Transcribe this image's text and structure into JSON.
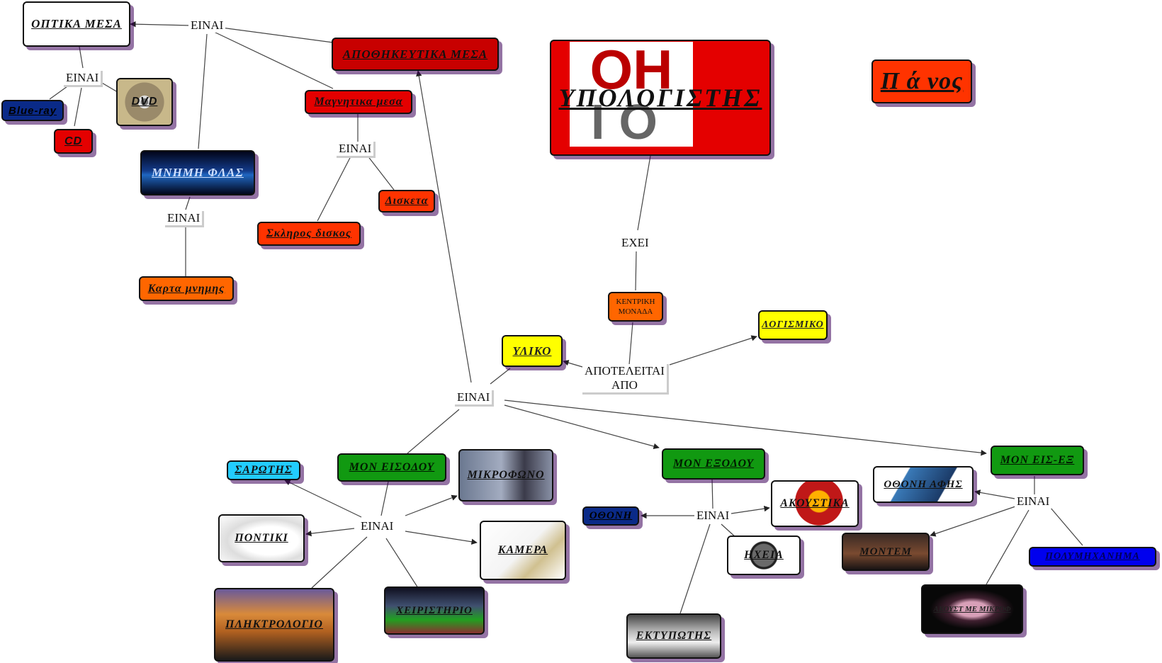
{
  "nodes": {
    "optika_mesa": "ΟΠΤΙΚΑ ΜΕΣΑ",
    "apothikeftika": "ΑΠΟΘΗΚΕΥΤΙΚΑ ΜΕΣΑ",
    "ypologistis": "ΥΠΟΛΟΓΙΣΤΗΣ",
    "panos": "Π ά νος",
    "dvd": "DVD",
    "bluray": "Blue-ray",
    "cd": "CD",
    "magnitika": "Μαγνητικα μεσα",
    "mnimi_flash": "ΜΝΗΜΗ ΦΛΑΣ",
    "disketa": "Δισκετα",
    "skliros": "Σκληρος δισκος",
    "karta": "Καρτα μνημης",
    "kentriki": "ΚΕΝΤΡΙΚΗ ΜΟΝΑΔΑ",
    "logismiko": "ΛΟΓΙΣΜΙΚΟ",
    "yliko": "ΥΛΙΚΟ",
    "mon_eisodou": "ΜΟΝ ΕΙΣΟΔΟΥ",
    "mikrofono": "ΜΙΚΡΟΦΩΝΟ",
    "saroths": "ΣΑΡΩΤΗΣ",
    "pontiki": "ΠΟΝΤΙΚΙ",
    "kamera": "ΚΑΜΕΡΑ",
    "pliktrologio": "ΠΛΗΚΤΡΟΛΟΓΙΟ",
    "xeiristirio": "ΧΕΙΡΙΣΤΗΡΙΟ",
    "mon_exodou": "ΜΟΝ ΕΞΟΔΟΥ",
    "othoni": "ΟΘΟΝΗ",
    "akoustika": "ΑΚΟΥΣΤΙΚΑ",
    "ixeia": "ΗΧΕΙΑ",
    "ektypotis": "ΕΚΤΥΠΩΤΗΣ",
    "mon_eis_ex": "ΜΟΝ ΕΙΣ-ΕΞ",
    "othoni_afis": "ΟΘΟΝΗ ΑΦΗΣ",
    "modem": "ΜΟΝΤΕΜ",
    "polymixanima": "ΠΟΛΥΜΗΧΑΝΗΜΑ",
    "akoustika_mikro": "ΑΚΟΥΣΤ ΜΕ ΜΙΚΡΟΦ"
  },
  "connectors": {
    "einai_top": "ΕΙΝΑΙ",
    "einai_optika": "ΕΙΝΑΙ",
    "einai_magn": "ΕΙΝΑΙ",
    "einai_flash": "ΕΙΝΑΙ",
    "exei": "ΕΧΕΙ",
    "apoteleitai_1": "ΑΠΟΤΕΛΕΙΤΑΙ",
    "apoteleitai_2": "ΑΠΟ",
    "einai_center": "ΕΙΝΑΙ",
    "einai_input": "ΕΙΝΑΙ",
    "einai_output": "ΕΙΝΑΙ",
    "einai_io": "ΕΙΝΑΙ"
  },
  "logo": {
    "top": "OH",
    "bottom": "IO",
    "colors": {
      "top": "#bb0000",
      "bottom": "#666666"
    }
  },
  "colors": {
    "red": "#e40000",
    "orange_red": "#ff3300",
    "orange": "#ff6600",
    "yellow": "#ffff00",
    "green": "#119911",
    "cyan": "#22ccff",
    "blue": "#0000ee",
    "link": "#444444"
  }
}
